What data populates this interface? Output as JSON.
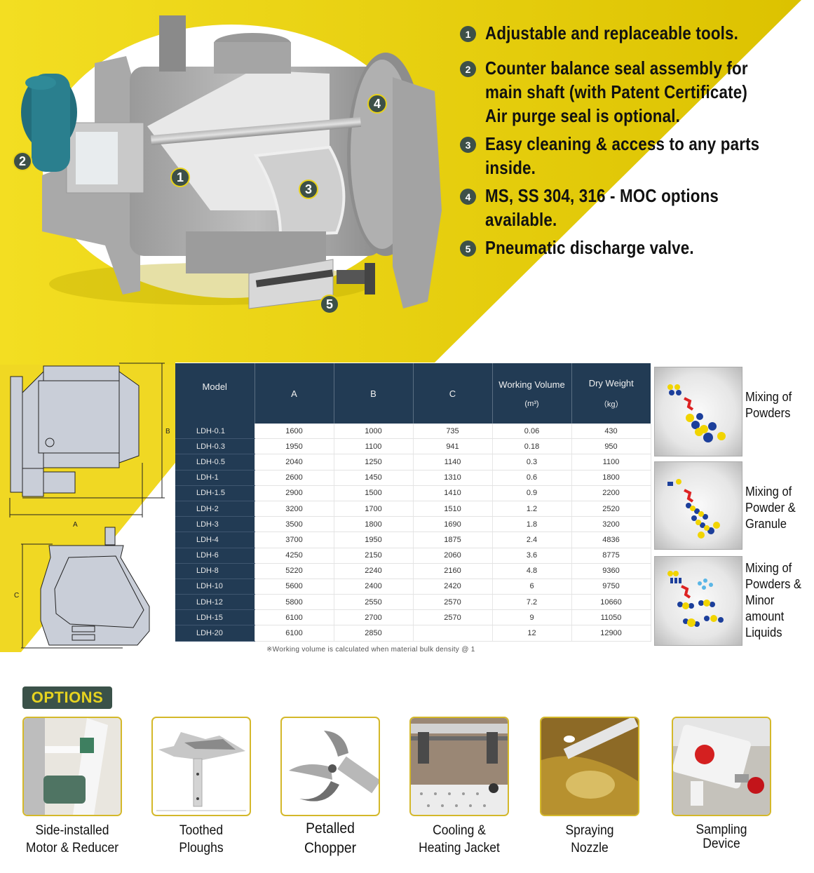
{
  "colors": {
    "yellow": "#efd81e",
    "badge_dark": "#3d5048",
    "table_header": "#223b54",
    "options_bg": "#3b5249",
    "options_text": "#e6d320",
    "option_border": "#d4b82a"
  },
  "hero": {
    "callouts": [
      "1",
      "2",
      "3",
      "4",
      "5"
    ]
  },
  "features": [
    {
      "num": "1",
      "text": "Adjustable and replaceable tools."
    },
    {
      "num": "2",
      "text": "Counter balance seal assembly for main shaft (with Patent Certificate) Air purge seal is optional.",
      "lines": [
        "Counter balance seal assembly for",
        "main shaft (with Patent Certificate)",
        "Air purge seal is optional."
      ]
    },
    {
      "num": "3",
      "text": "Easy cleaning & access to any parts inside.",
      "lines": [
        "Easy cleaning & access to any parts",
        "inside."
      ]
    },
    {
      "num": "4",
      "text": "MS, SS 304, 316 - MOC options available.",
      "lines": [
        "MS, SS 304, 316 - MOC options",
        "available."
      ]
    },
    {
      "num": "5",
      "text": "Pneumatic discharge valve.",
      "lines": [
        "Pneumatic discharge valve."
      ]
    }
  ],
  "drawing": {
    "labels": {
      "a": "A",
      "b": "B",
      "c": "C"
    }
  },
  "spec_table": {
    "headers": [
      {
        "label": "Model",
        "sub": ""
      },
      {
        "label": "A",
        "sub": ""
      },
      {
        "label": "B",
        "sub": ""
      },
      {
        "label": "C",
        "sub": ""
      },
      {
        "label": "Working Volume",
        "sub": "(m³)"
      },
      {
        "label": "Dry Weight",
        "sub": "（kg）"
      }
    ],
    "rows": [
      [
        "LDH-0.1",
        "1600",
        "1000",
        "735",
        "0.06",
        "430"
      ],
      [
        "LDH-0.3",
        "1950",
        "1100",
        "941",
        "0.18",
        "950"
      ],
      [
        "LDH-0.5",
        "2040",
        "1250",
        "1140",
        "0.3",
        "1100"
      ],
      [
        "LDH-1",
        "2600",
        "1450",
        "1310",
        "0.6",
        "1800"
      ],
      [
        "LDH-1.5",
        "2900",
        "1500",
        "1410",
        "0.9",
        "2200"
      ],
      [
        "LDH-2",
        "3200",
        "1700",
        "1510",
        "1.2",
        "2520"
      ],
      [
        "LDH-3",
        "3500",
        "1800",
        "1690",
        "1.8",
        "3200"
      ],
      [
        "LDH-4",
        "3700",
        "1950",
        "1875",
        "2.4",
        "4836"
      ],
      [
        "LDH-6",
        "4250",
        "2150",
        "2060",
        "3.6",
        "8775"
      ],
      [
        "LDH-8",
        "5220",
        "2240",
        "2160",
        "4.8",
        "9360"
      ],
      [
        "LDH-10",
        "5600",
        "2400",
        "2420",
        "6",
        "9750"
      ],
      [
        "LDH-12",
        "5800",
        "2550",
        "2570",
        "7.2",
        "10660"
      ],
      [
        "LDH-15",
        "6100",
        "2700",
        "2570",
        "9",
        "11050"
      ],
      [
        "LDH-20",
        "6100",
        "2850",
        "",
        "12",
        "12900"
      ]
    ],
    "footnote": "※Working volume is calculated when material bulk density @ 1"
  },
  "mixing": [
    {
      "label": "Mixing of Powders",
      "lines": [
        "Mixing of",
        "Powders"
      ]
    },
    {
      "label": "Mixing of Powder & Granule",
      "lines": [
        "Mixing of",
        "Powder &",
        "Granule"
      ]
    },
    {
      "label": "Mixing of Powders & Minor amount Liquids",
      "lines": [
        "Mixing of",
        "Powders &",
        "Minor",
        "amount",
        "Liquids"
      ]
    }
  ],
  "options": {
    "title": "OPTIONS",
    "items": [
      {
        "lines": [
          "Side-installed",
          "Motor & Reducer"
        ]
      },
      {
        "lines": [
          "Toothed",
          "Ploughs"
        ]
      },
      {
        "lines": [
          "Petalled",
          "Chopper"
        ]
      },
      {
        "lines": [
          "Cooling &",
          "Heating Jacket"
        ]
      },
      {
        "lines": [
          "Spraying",
          "Nozzle"
        ]
      },
      {
        "lines": [
          "Sampling",
          "Device"
        ]
      }
    ]
  }
}
